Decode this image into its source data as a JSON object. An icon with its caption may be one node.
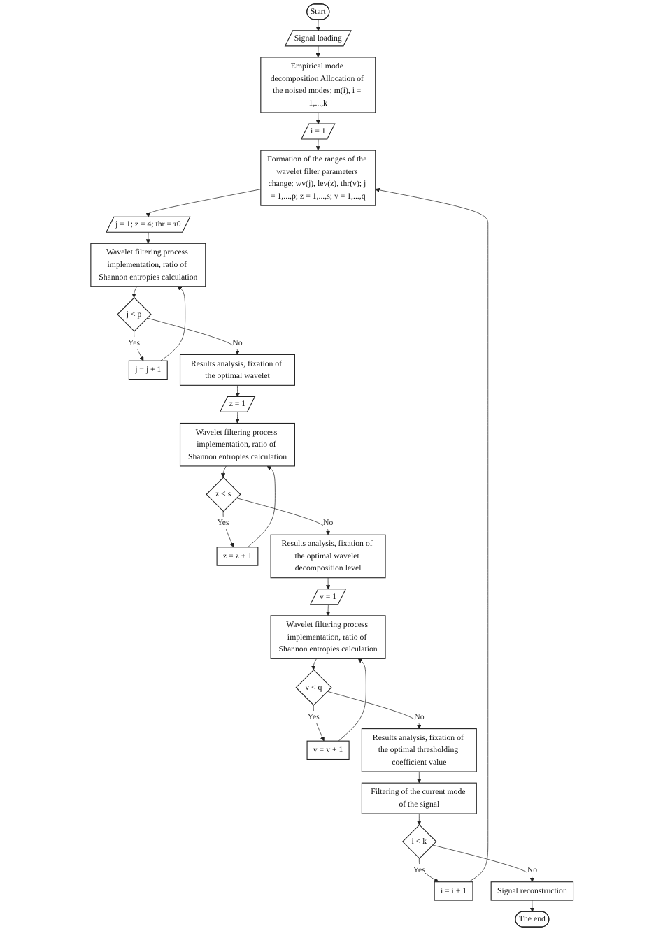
{
  "diagram": {
    "nodes": [
      {
        "text": [
          "Start"
        ]
      },
      {
        "text": [
          "Signal loading"
        ]
      },
      {
        "text": [
          "Empirical mode decomposition Allocation of the noised modes: m(i), i = 1,...,k"
        ]
      },
      {
        "text": [
          "i = 1"
        ]
      },
      {
        "text": [
          "Formation of the ranges of the wavelet filter parameters change: wv(j), lev(z), thr(v); j = 1,...,p; z = 1,...,s; v = 1,...,q"
        ]
      },
      {
        "text": [
          "j = 1; z = 4; thr = τ0"
        ]
      },
      {
        "text": [
          "Wavelet filtering process implementation, ratio of Shannon entropies calculation"
        ]
      },
      {
        "text": [
          "j < p"
        ]
      },
      {
        "text": [
          "j = j + 1"
        ]
      },
      {
        "text": [
          "Results analysis, fixation of the optimal wavelet"
        ]
      },
      {
        "text": [
          "z = 1"
        ]
      },
      {
        "text": [
          "Wavelet filtering process implementation, ratio of Shannon entropies calculation"
        ]
      },
      {
        "text": [
          "z < s"
        ]
      },
      {
        "text": [
          "z = z + 1"
        ]
      },
      {
        "text": [
          "Results analysis, fixation of the optimal wavelet decomposition level"
        ]
      },
      {
        "text": [
          "v = 1"
        ]
      },
      {
        "text": [
          "Wavelet filtering process implementation, ratio of Shannon entropies calculation"
        ]
      },
      {
        "text": [
          "v < q"
        ]
      },
      {
        "text": [
          "v = v + 1"
        ]
      },
      {
        "text": [
          "Results analysis, fixation of the optimal thresholding coefficient value"
        ]
      },
      {
        "text": [
          "Filtering of the current mode of the signal"
        ]
      },
      {
        "text": [
          "i < k"
        ]
      },
      {
        "text": [
          "i = i + 1"
        ]
      },
      {
        "text": [
          "Signal reconstruction"
        ]
      },
      {
        "text": [
          "The end"
        ]
      }
    ],
    "edges": [
      {
        "from": 0,
        "to": 1,
        "arrow": "to"
      },
      {
        "from": 1,
        "to": 2,
        "arrow": "to"
      },
      {
        "from": 2,
        "to": 3,
        "arrow": "to"
      },
      {
        "from": 3,
        "to": 4,
        "arrow": "to"
      },
      {
        "from": 4,
        "to": 5,
        "arrow": "to"
      },
      {
        "from": 5,
        "to": 6,
        "arrow": "to"
      },
      {
        "from": 6,
        "to": 7,
        "arrow": "to"
      },
      {
        "from": 7,
        "to": 8,
        "arrow": "to",
        "label": "Yes"
      },
      {
        "from": 8,
        "to": 6,
        "arrow": "to"
      },
      {
        "from": 7,
        "to": 9,
        "arrow": "to",
        "label": "No"
      },
      {
        "from": 9,
        "to": 10,
        "arrow": "to"
      },
      {
        "from": 10,
        "to": 11,
        "arrow": "to"
      },
      {
        "from": 11,
        "to": 12,
        "arrow": "to"
      },
      {
        "from": 12,
        "to": 13,
        "arrow": "to",
        "label": "Yes"
      },
      {
        "from": 13,
        "to": 11,
        "arrow": "to"
      },
      {
        "from": 12,
        "to": 14,
        "arrow": "to",
        "label": "No"
      },
      {
        "from": 14,
        "to": 15,
        "arrow": "to"
      },
      {
        "from": 15,
        "to": 16,
        "arrow": "to"
      },
      {
        "from": 16,
        "to": 17,
        "arrow": "to"
      },
      {
        "from": 17,
        "to": 18,
        "arrow": "to",
        "label": "Yes"
      },
      {
        "from": 18,
        "to": 16,
        "arrow": "to"
      },
      {
        "from": 17,
        "to": 19,
        "arrow": "to",
        "label": "No"
      },
      {
        "from": 19,
        "to": 20,
        "arrow": "to"
      },
      {
        "from": 20,
        "to": 21,
        "arrow": "to"
      },
      {
        "from": 21,
        "to": 22,
        "arrow": "to",
        "label": "Yes"
      },
      {
        "from": 22,
        "to": 4,
        "arrow": "to"
      },
      {
        "from": 21,
        "to": 23,
        "arrow": "to",
        "label": "No"
      },
      {
        "from": 23,
        "to": 24,
        "arrow": "to"
      }
    ]
  }
}
